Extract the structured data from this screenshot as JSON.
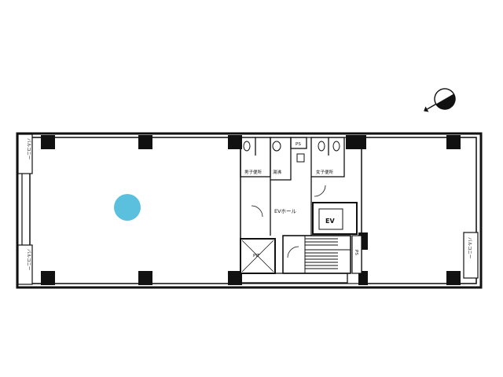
{
  "labels": {
    "balcony_top_left": "バルコニー",
    "balcony_bottom_left": "バルコニー",
    "balcony_right": "バルコニー",
    "mens_wc": "男子便所",
    "womens_wc": "女子便所",
    "kitchen": "湯沸",
    "ps": "PS",
    "elevator_hall": "EVホール",
    "elevator": "EV",
    "pit": "PIT",
    "stair_mark": "PS"
  },
  "marker": {
    "color": "#5bc0de"
  },
  "colors": {
    "wall": "#111111",
    "fill": "#ffffff"
  },
  "compass": {
    "icon": "north-arrow-icon"
  }
}
